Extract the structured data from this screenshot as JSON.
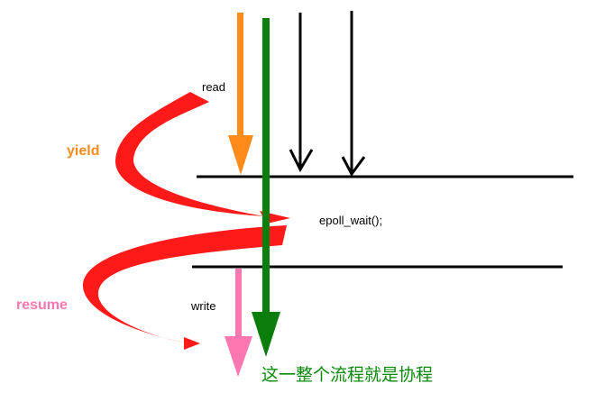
{
  "labels": {
    "read": "read",
    "yield": "yield",
    "epoll_wait": "epoll_wait();",
    "resume": "resume",
    "write": "write",
    "note": "这一整个流程就是协程"
  },
  "colors": {
    "yield": "#ff8c1a",
    "resume": "#ff77b0",
    "note": "#0a8a0a",
    "orange_arrow": "#ff8c1a",
    "green_arrow": "#0a7d0a",
    "pink_arrow": "#ff77b0",
    "red_swoosh": "#ff1a1a",
    "lines": "#000000"
  }
}
